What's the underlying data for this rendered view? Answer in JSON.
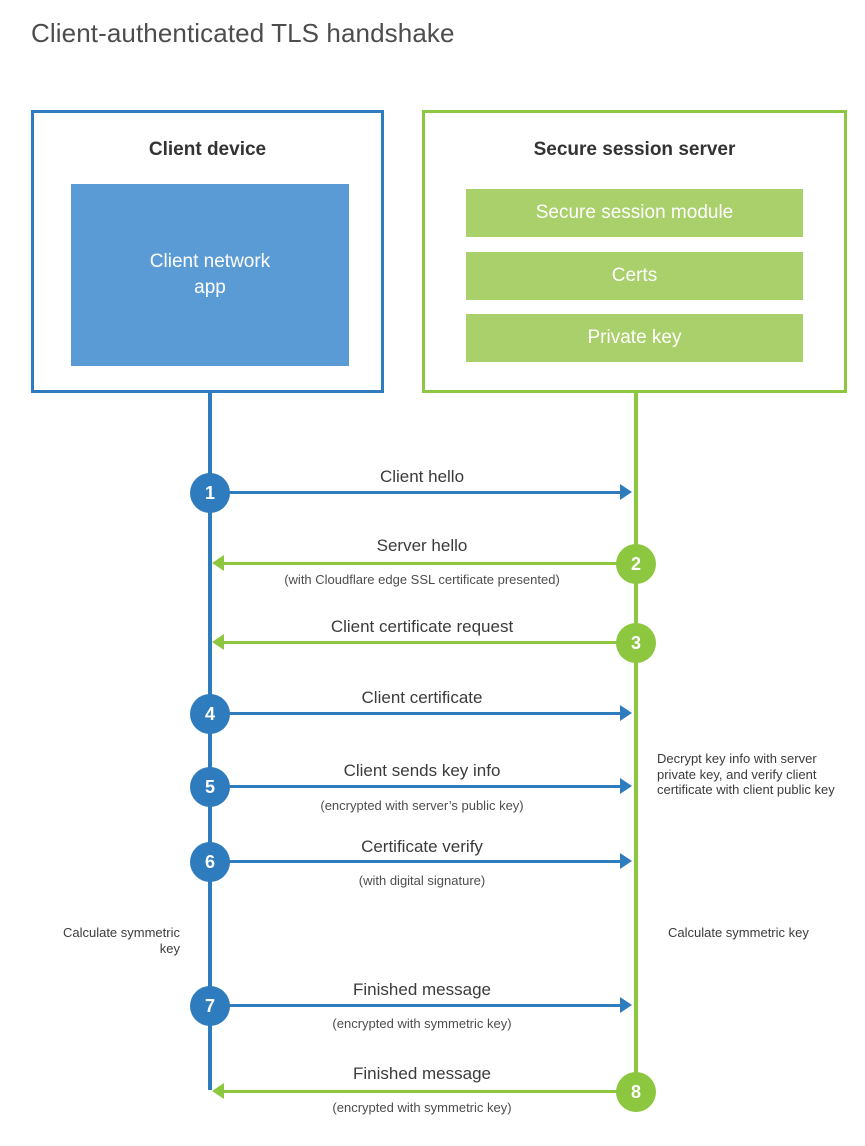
{
  "title": "Client-authenticated TLS handshake",
  "colors": {
    "client_blue": "#2e7cbe",
    "client_app_fill": "#5b9bd5",
    "server_green": "#8dc63f",
    "server_bar_fill": "#a9d06a",
    "text_dark": "#3b3b3b",
    "title_gray": "#4d4d4d",
    "background": "#ffffff"
  },
  "client": {
    "title": "Client device",
    "app_label": "Client network\napp",
    "app_label_line1": "Client network",
    "app_label_line2": "app"
  },
  "server": {
    "title": "Secure session server",
    "bars": [
      {
        "label": "Secure session module"
      },
      {
        "label": "Certs"
      },
      {
        "label": "Private key"
      }
    ]
  },
  "steps": [
    {
      "number": "1",
      "label": "Client hello",
      "sub": "",
      "origin": "client",
      "direction": "right"
    },
    {
      "number": "2",
      "label": "Server hello",
      "sub": "(with Cloudflare edge SSL certificate presented)",
      "origin": "server",
      "direction": "left"
    },
    {
      "number": "3",
      "label": "Client certificate request",
      "sub": "",
      "origin": "server",
      "direction": "left"
    },
    {
      "number": "4",
      "label": "Client certificate",
      "sub": "",
      "origin": "client",
      "direction": "right"
    },
    {
      "number": "5",
      "label": "Client sends key info",
      "sub": "(encrypted with server’s public key)",
      "origin": "client",
      "direction": "right"
    },
    {
      "number": "6",
      "label": "Certificate verify",
      "sub": "(with digital signature)",
      "origin": "client",
      "direction": "right"
    },
    {
      "number": "7",
      "label": "Finished message",
      "sub": "(encrypted with symmetric key)",
      "origin": "client",
      "direction": "right"
    },
    {
      "number": "8",
      "label": "Finished message",
      "sub": "(encrypted with symmetric key)",
      "origin": "server",
      "direction": "left"
    }
  ],
  "notes": {
    "decrypt": "Decrypt key info with server private key, and verify client certificate with client public key",
    "calculate_client": "Calculate symmetric key",
    "calculate_server": "Calculate symmetric key"
  }
}
